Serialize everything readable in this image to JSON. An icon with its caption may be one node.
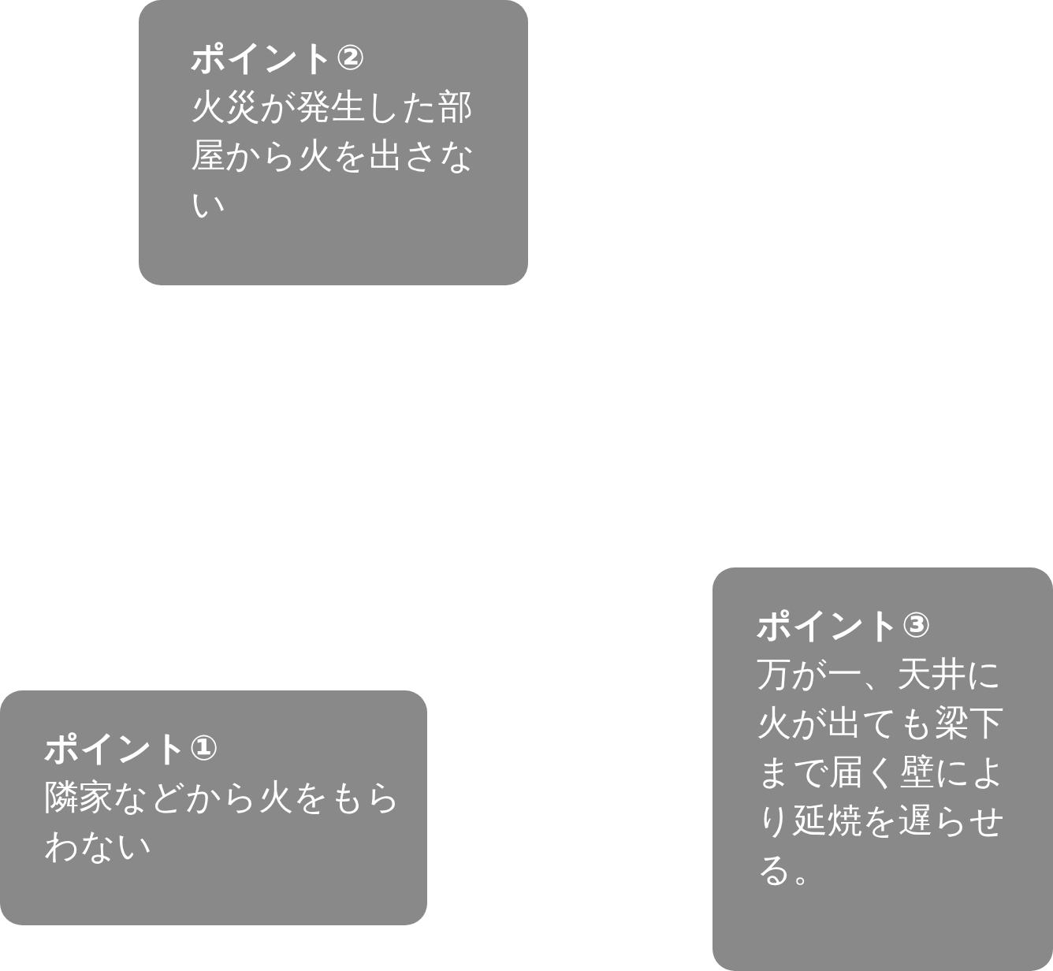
{
  "diagram": {
    "nodes": [
      {
        "text": [
          "ポイント②",
          "火災が発生した部屋から火を出さない"
        ]
      },
      {
        "text": [
          "ポイント③",
          "万が一、天井に火が出ても梁下まで届く壁により延焼を遅らせる。"
        ]
      },
      {
        "text": [
          "ポイント①",
          "隣家などから火をもらわない"
        ]
      }
    ]
  }
}
